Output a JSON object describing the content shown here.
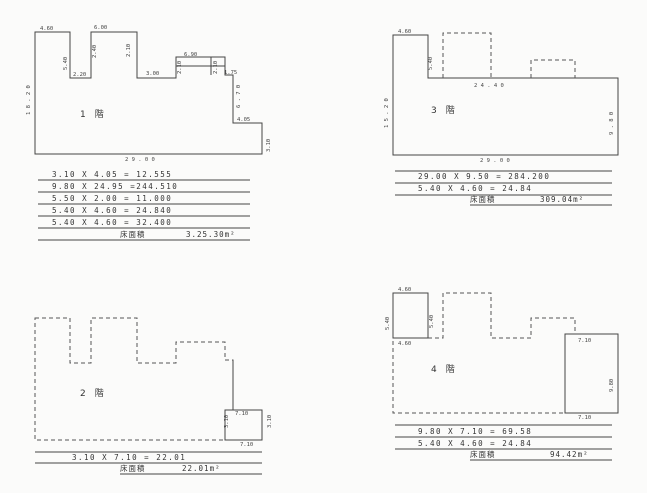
{
  "plans": {
    "floor1": {
      "name": "1　階",
      "dims": {
        "top_left": "4.60",
        "top_mid": "6.00",
        "left_side": "1 8 . 2 0",
        "notch1_side": "5.40",
        "notch1_bottom": "2.20",
        "notch2_side": "2.40",
        "step_mid": "3.00",
        "step_b": "6.90",
        "step_c": "2.10",
        "step_d": "2.10",
        "right_a": "1.75",
        "right_b": "6 . 7 0",
        "right_c": "4.05",
        "right_d": "3.10",
        "bottom": "2 9 . 0 0"
      },
      "calcs": [
        "3.10  X  4.05  =  12.555",
        "9.80  X 24.95  =244.510",
        "5.50  X  2.00  = 11.000",
        "5.40  X  4.60  =  24.840",
        "5.40  X  4.60  =  32.400"
      ],
      "total_label": "床面積",
      "total_value": "3.25.30m²"
    },
    "floor2": {
      "name": "2　階",
      "dims": {
        "box_top": "7.10",
        "box_side": "3.10",
        "box_side_r": "3.10",
        "box_bottom": "7.10"
      },
      "calcs": [
        "3.10  X  7.10  =  22.01"
      ],
      "total_label": "床面積",
      "total_value": "22.01m²"
    },
    "floor3": {
      "name": "3　階",
      "dims": {
        "top_left": "4.60",
        "left_side": "1 5 . 2 0",
        "notch_side": "5.40",
        "mid": "2 4 . 4 0",
        "right": "9 . 8 0",
        "bottom": "2 9 . 0 0"
      },
      "calcs": [
        "29.00  X  9.50  = 284.200",
        "5.40  X  4.60  =  24.84"
      ],
      "total_label": "床面積",
      "total_value": "309.04m²"
    },
    "floor4": {
      "name": "4　階",
      "dims": {
        "top_left": "4.60",
        "left_side": "5.40",
        "notch": "5.40",
        "box_bottom": "4.60",
        "right_top": "7.10",
        "right_side": "9.80",
        "right_bottom": "7.10"
      },
      "calcs": [
        "9.80  X  7.10  =  69.58",
        "5.40  X  4.60  =  24.84"
      ],
      "total_label": "床面積",
      "total_value": "94.42m²"
    }
  }
}
